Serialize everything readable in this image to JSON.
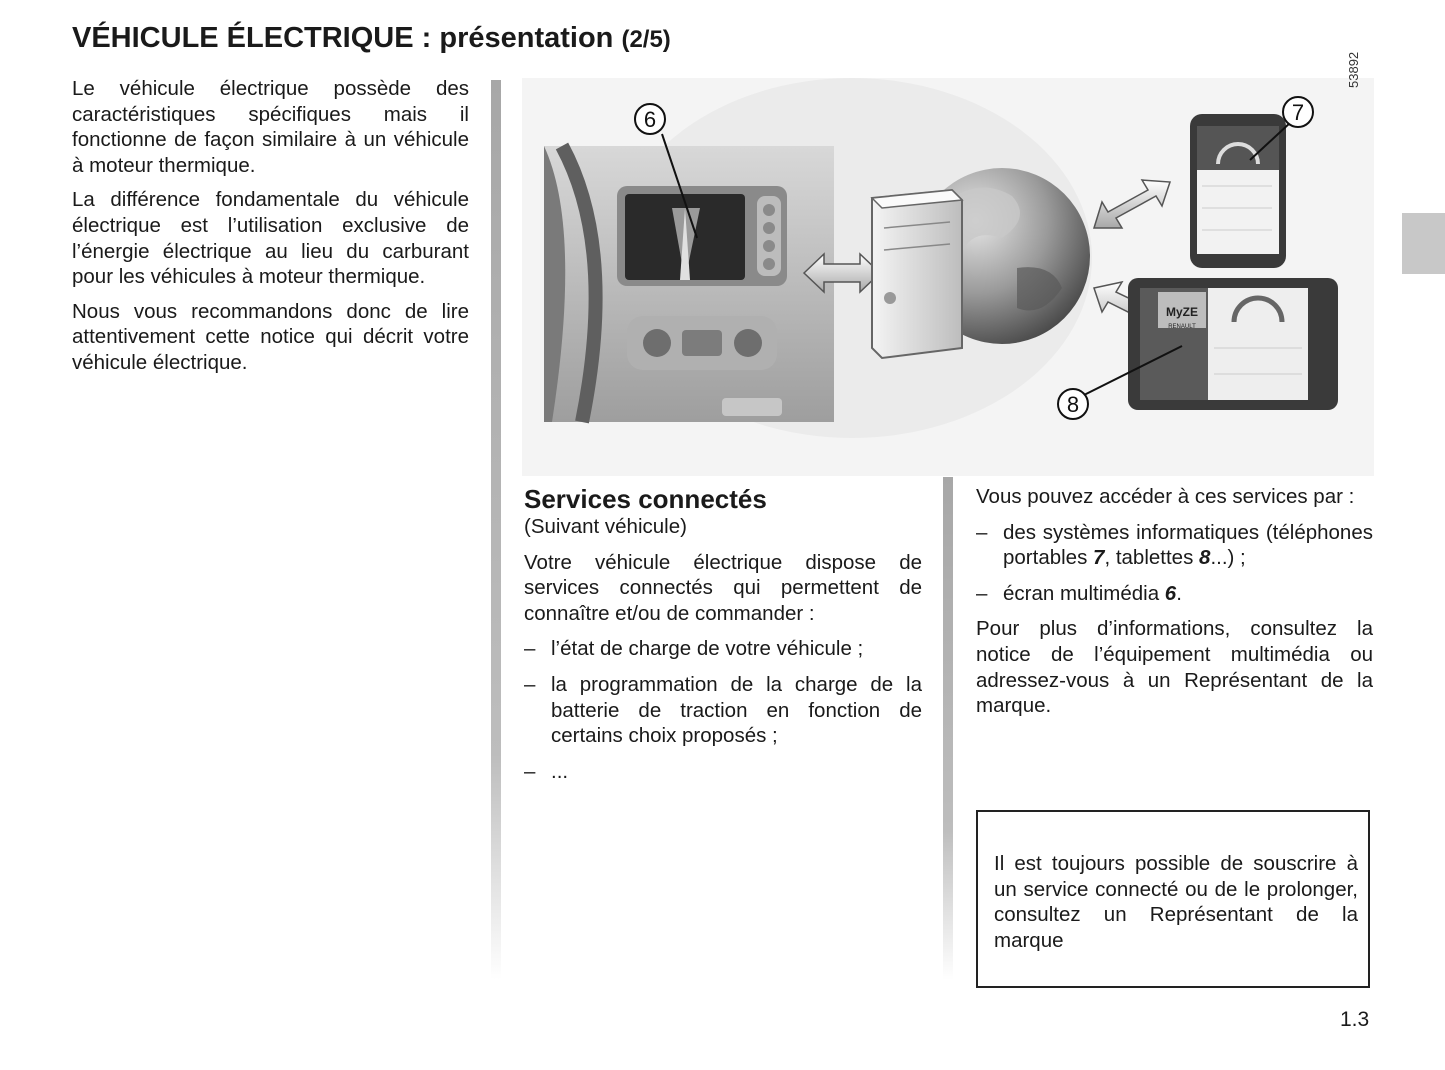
{
  "header": {
    "title_main": "VÉHICULE ÉLECTRIQUE : présentation",
    "title_sub": "(2/5)"
  },
  "intro": {
    "p1": "Le véhicule électrique possède des caractéristiques spécifiques mais il fonctionne de façon similaire à un véhicule à moteur thermique.",
    "p2": "La différence fondamentale du véhicule électrique est l’utilisation exclusive de l’énergie électrique au lieu du carburant pour les véhicules à moteur thermique.",
    "p3": "Nous vous recommandons donc de lire attentivement cette notice qui décrit votre véhicule électrique."
  },
  "figure": {
    "code": "53892",
    "callout_6": "6",
    "callout_7": "7",
    "callout_8": "8",
    "tablet_logo": "MyZE",
    "tablet_brand": "RENAULT"
  },
  "services": {
    "heading": "Services connectés",
    "subheading": "(Suivant véhicule)",
    "intro": "Votre véhicule électrique dispose de services connectés qui permettent de connaître et/ou de commander :",
    "dash": "–",
    "item1": "l’état de charge de votre véhicule ;",
    "item2": "la programmation de la charge de la batterie de traction en fonction de certains choix proposés ;",
    "item3": "..."
  },
  "access": {
    "intro": "Vous pouvez accéder à ces services par :",
    "item1_pre": "des systèmes informatiques (téléphones portables ",
    "item1_ref1": "7",
    "item1_mid": ", tablettes ",
    "item1_ref2": "8",
    "item1_post": "...) ;",
    "item2_pre": "écran multimédia ",
    "item2_ref": "6",
    "item2_post": ".",
    "more": "Pour plus d’informations, consultez la notice de l’équipement multimédia ou adressez-vous à un Représentant de la marque."
  },
  "note": {
    "text": "Il est toujours possible de souscrire à un service connecté ou de le prolonger, consultez un Représentant de la marque"
  },
  "footer": {
    "page_number": "1.3"
  }
}
